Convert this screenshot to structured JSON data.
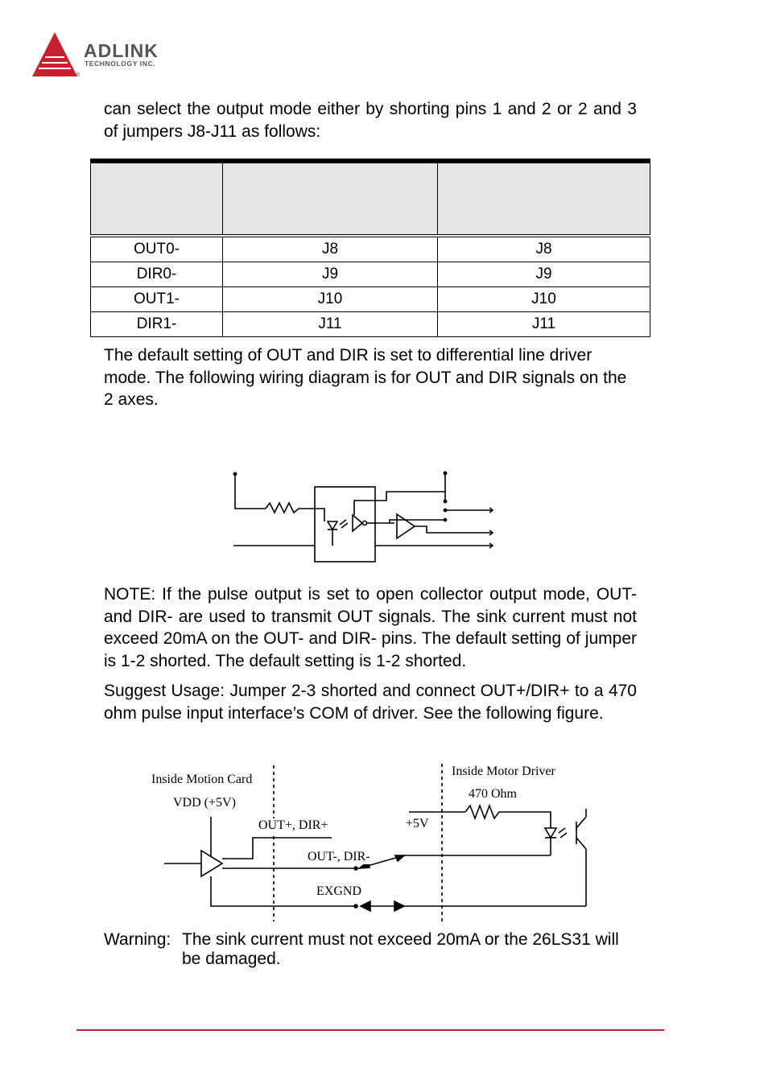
{
  "header": {
    "brand": "ADLINK",
    "sub": "TECHNOLOGY INC.",
    "reg": "®",
    "brand_color": "#c8202f"
  },
  "intro": "can select the output mode either by shorting pins 1 and 2 or 2 and 3 of jumpers J8-J11 as follows:",
  "jumper_table": {
    "headers": [
      "",
      "",
      ""
    ],
    "rows": [
      [
        "OUT0-",
        "J8",
        "J8"
      ],
      [
        "DIR0-",
        "J9",
        "J9"
      ],
      [
        "OUT1-",
        "J10",
        "J10"
      ],
      [
        "DIR1-",
        "J11",
        "J11"
      ]
    ]
  },
  "para_default": "The default setting of OUT and DIR is set to differential line driver mode. The following wiring diagram is for OUT and DIR signals on the 2 axes.",
  "note": "NOTE: If the pulse output is set to open collector output mode, OUT- and DIR- are used to transmit OUT signals. The sink current must not exceed 20mA on the OUT- and DIR- pins.  The default setting of jumper is 1-2 shorted. The default setting is 1-2 shorted.",
  "suggest": "Suggest Usage: Jumper 2-3 shorted and connect OUT+/DIR+ to a 470 ohm pulse input interface’s COM of driver. See the following figure.",
  "figure2": {
    "inside_motion_card": "Inside Motion Card",
    "vdd": "VDD (+5V)",
    "out_plus": "OUT+, DIR+",
    "out_minus": "OUT-, DIR-",
    "exgnd": "EXGND",
    "inside_motor_driver": "Inside Motor Driver",
    "ohm": "470 Ohm",
    "plus5v": "+5V"
  },
  "warning": {
    "label": "Warning:",
    "line1": "The sink current must not exceed 20mA or the 26LS31 will",
    "line2": "be damaged."
  },
  "footer_rule_color": "#c8202f"
}
